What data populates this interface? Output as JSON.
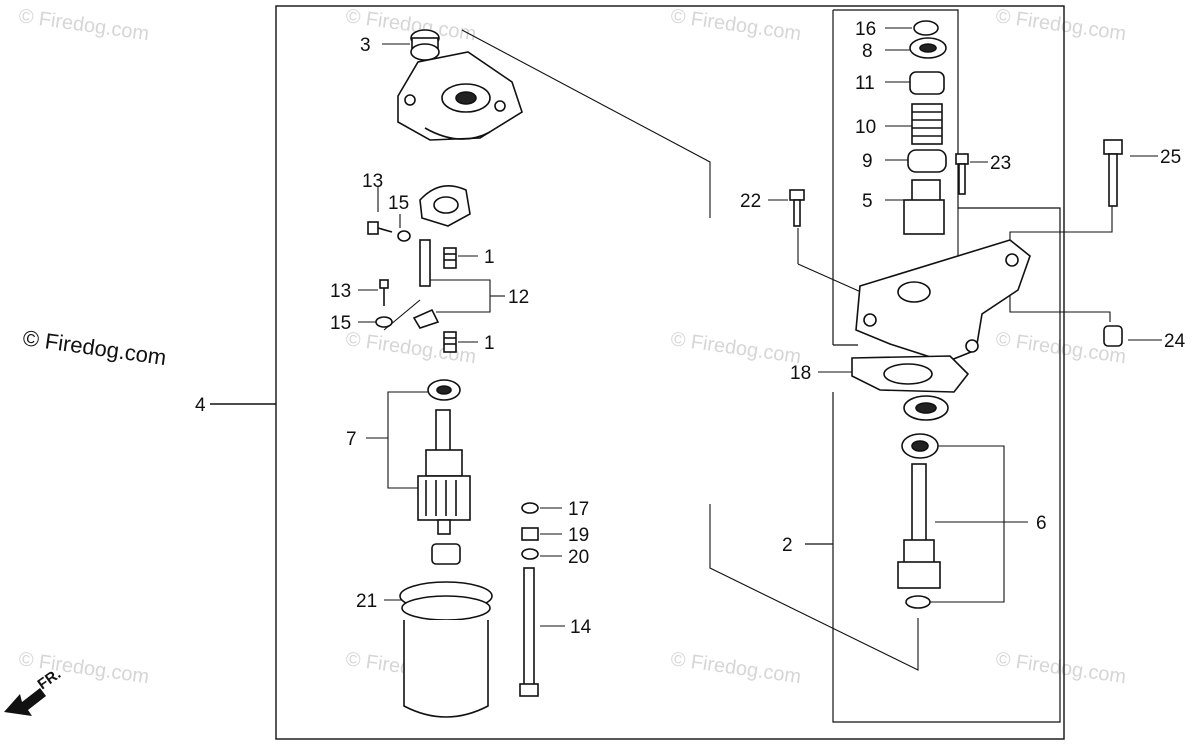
{
  "watermark": "© Firedog.com",
  "brand_watermark": "© Firedog.com",
  "front_marker": "FR.",
  "callouts": {
    "c1a": "1",
    "c1b": "1",
    "c2": "2",
    "c3": "3",
    "c4": "4",
    "c5": "5",
    "c6": "6",
    "c7": "7",
    "c8": "8",
    "c9": "9",
    "c10": "10",
    "c11": "11",
    "c12": "12",
    "c13a": "13",
    "c13b": "13",
    "c14": "14",
    "c15a": "15",
    "c15b": "15",
    "c16": "16",
    "c17": "17",
    "c18": "18",
    "c19": "19",
    "c20": "20",
    "c21": "21",
    "c22": "22",
    "c23": "23",
    "c24": "24",
    "c25": "25"
  }
}
